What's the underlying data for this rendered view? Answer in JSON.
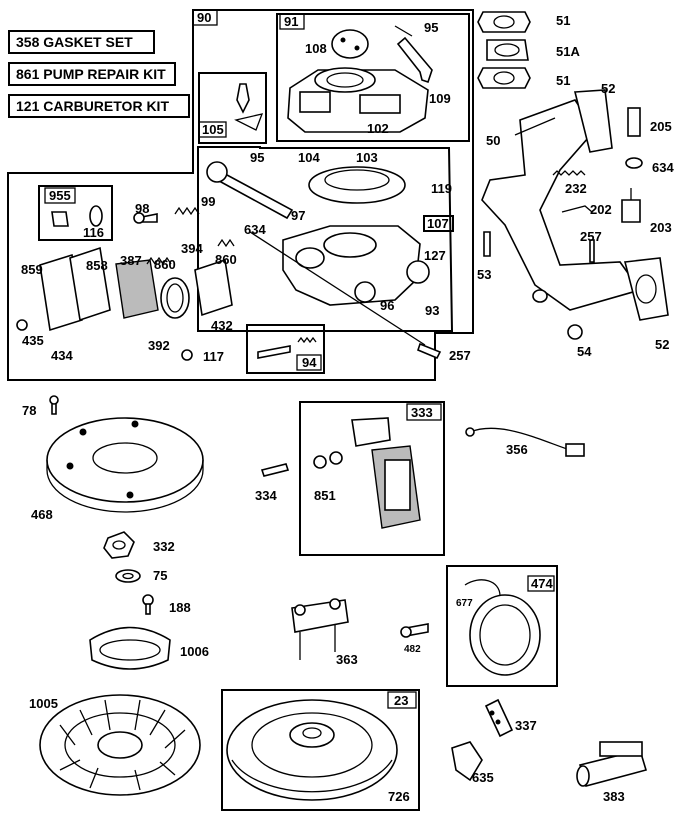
{
  "kits": [
    {
      "number": "358",
      "name": "GASKET SET"
    },
    {
      "number": "861",
      "name": "PUMP REPAIR KIT"
    },
    {
      "number": "121",
      "name": "CARBURETOR KIT"
    }
  ],
  "boxes": [
    "90",
    "91",
    "105",
    "955",
    "107",
    "94",
    "333",
    "474",
    "23"
  ],
  "parts": [
    "51",
    "51A",
    "52",
    "205",
    "50",
    "634",
    "232",
    "202",
    "203",
    "257",
    "53",
    "54",
    "95",
    "108",
    "109",
    "102",
    "104",
    "103",
    "119",
    "98",
    "99",
    "97",
    "127",
    "96",
    "93",
    "116",
    "859",
    "858",
    "387",
    "860",
    "394",
    "435",
    "434",
    "392",
    "432",
    "117",
    "78",
    "468",
    "334",
    "851",
    "356",
    "332",
    "75",
    "188",
    "1006",
    "363",
    "482",
    "677",
    "1005",
    "337",
    "635",
    "726",
    "383"
  ]
}
